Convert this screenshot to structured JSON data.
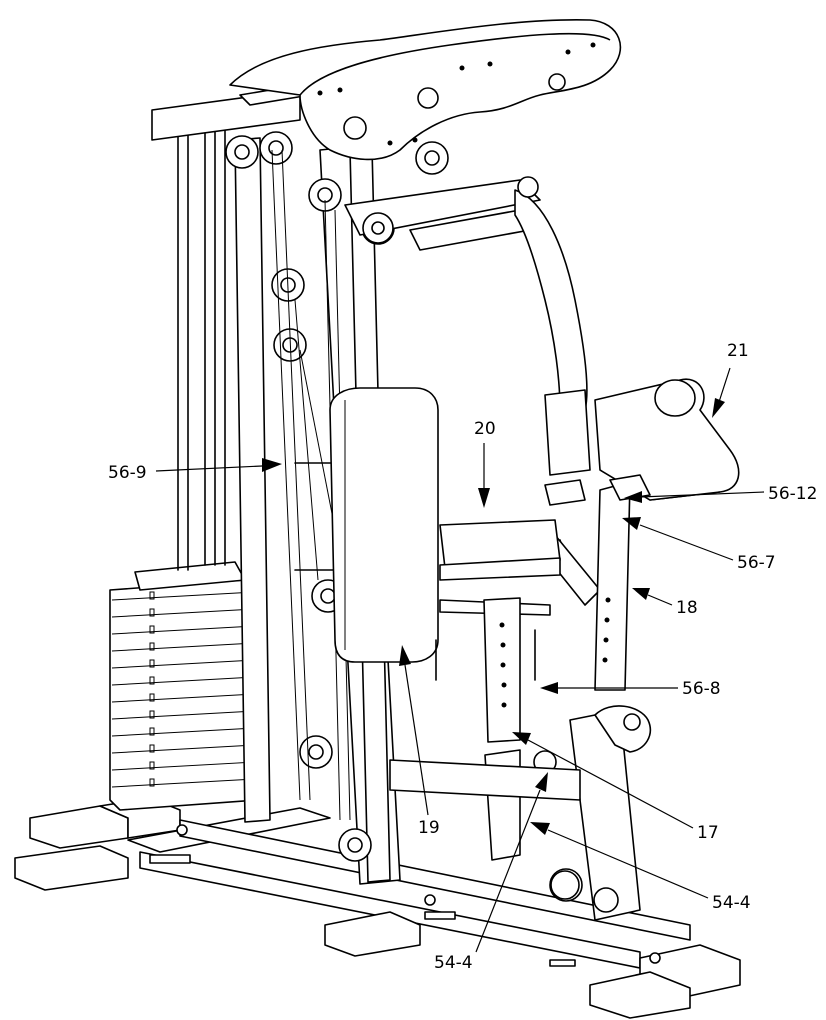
{
  "diagram": {
    "colors": {
      "line": "#000000",
      "background": "#ffffff"
    },
    "callouts": [
      {
        "id": "c21",
        "label": "21"
      },
      {
        "id": "c20",
        "label": "20"
      },
      {
        "id": "c56-12",
        "label": "56-12"
      },
      {
        "id": "c56-7",
        "label": "56-7"
      },
      {
        "id": "c18",
        "label": "18"
      },
      {
        "id": "c56-9",
        "label": "56-9"
      },
      {
        "id": "c56-8",
        "label": "56-8"
      },
      {
        "id": "c17",
        "label": "17"
      },
      {
        "id": "c19",
        "label": "19"
      },
      {
        "id": "c54-4a",
        "label": "54-4"
      },
      {
        "id": "c54-4b",
        "label": "54-4"
      }
    ]
  }
}
